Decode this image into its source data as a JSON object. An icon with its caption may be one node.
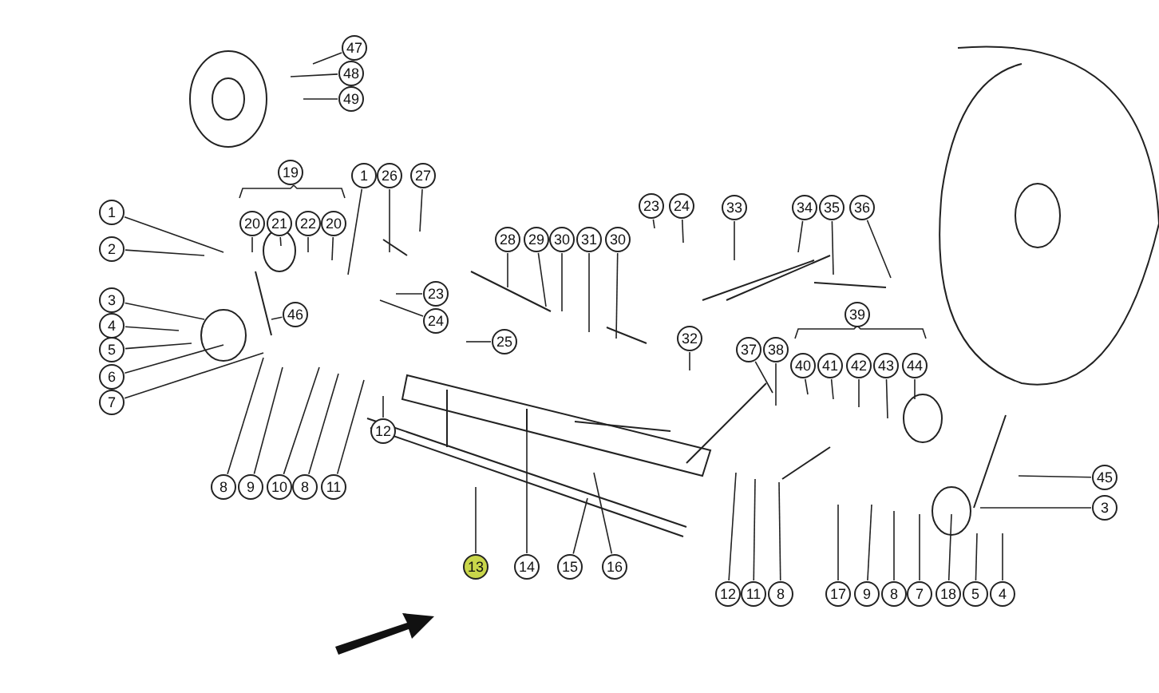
{
  "diagram": {
    "nodes": [
      {
        "text": [
          "47"
        ]
      },
      {
        "text": [
          "48"
        ]
      },
      {
        "text": [
          "49"
        ]
      },
      {
        "text": [
          "1"
        ]
      },
      {
        "text": [
          "2"
        ]
      },
      {
        "text": [
          "3"
        ]
      },
      {
        "text": [
          "4"
        ]
      },
      {
        "text": [
          "5"
        ]
      },
      {
        "text": [
          "6"
        ]
      },
      {
        "text": [
          "7"
        ]
      },
      {
        "text": [
          "20"
        ]
      },
      {
        "text": [
          "21"
        ]
      },
      {
        "text": [
          "22"
        ]
      },
      {
        "text": [
          "20"
        ]
      },
      {
        "text": [
          "1"
        ]
      },
      {
        "text": [
          "26"
        ]
      },
      {
        "text": [
          "27"
        ]
      },
      {
        "text": [
          "46"
        ]
      },
      {
        "text": [
          "23"
        ]
      },
      {
        "text": [
          "24"
        ]
      },
      {
        "text": [
          "8"
        ]
      },
      {
        "text": [
          "9"
        ]
      },
      {
        "text": [
          "10"
        ]
      },
      {
        "text": [
          "8"
        ]
      },
      {
        "text": [
          "11"
        ]
      },
      {
        "text": [
          "12"
        ]
      },
      {
        "text": [
          "28"
        ]
      },
      {
        "text": [
          "29"
        ]
      },
      {
        "text": [
          "30"
        ]
      },
      {
        "text": [
          "31"
        ]
      },
      {
        "text": [
          "30"
        ]
      },
      {
        "text": [
          "23"
        ]
      },
      {
        "text": [
          "24"
        ]
      },
      {
        "text": [
          "33"
        ]
      },
      {
        "text": [
          "34"
        ]
      },
      {
        "text": [
          "35"
        ]
      },
      {
        "text": [
          "36"
        ]
      },
      {
        "text": [
          "25"
        ]
      },
      {
        "text": [
          "32"
        ]
      },
      {
        "text": [
          "37"
        ]
      },
      {
        "text": [
          "38"
        ]
      },
      {
        "text": [
          "40"
        ]
      },
      {
        "text": [
          "41"
        ]
      },
      {
        "text": [
          "42"
        ]
      },
      {
        "text": [
          "43"
        ]
      },
      {
        "text": [
          "44"
        ]
      },
      {
        "text": [
          "45"
        ]
      },
      {
        "text": [
          "3"
        ]
      },
      {
        "text": [
          "13"
        ]
      },
      {
        "text": [
          "14"
        ]
      },
      {
        "text": [
          "15"
        ]
      },
      {
        "text": [
          "16"
        ]
      },
      {
        "text": [
          "12"
        ]
      },
      {
        "text": [
          "11"
        ]
      },
      {
        "text": [
          "8"
        ]
      },
      {
        "text": [
          "17"
        ]
      },
      {
        "text": [
          "9"
        ]
      },
      {
        "text": [
          "8"
        ]
      },
      {
        "text": [
          "7"
        ]
      },
      {
        "text": [
          "18"
        ]
      },
      {
        "text": [
          "5"
        ]
      },
      {
        "text": [
          "4"
        ]
      },
      {
        "text": [
          "19"
        ]
      },
      {
        "text": [
          "39"
        ]
      }
    ],
    "edges": [
      {
        "from": 0,
        "to": null,
        "arrow": "none"
      },
      {
        "from": 1,
        "to": null,
        "arrow": "none"
      },
      {
        "from": 2,
        "to": null,
        "arrow": "none"
      },
      {
        "from": 3,
        "to": null,
        "arrow": "none"
      },
      {
        "from": 4,
        "to": null,
        "arrow": "none"
      },
      {
        "from": 5,
        "to": null,
        "arrow": "none"
      },
      {
        "from": 6,
        "to": null,
        "arrow": "none"
      },
      {
        "from": 7,
        "to": null,
        "arrow": "none"
      },
      {
        "from": 8,
        "to": null,
        "arrow": "none"
      },
      {
        "from": 9,
        "to": null,
        "arrow": "none"
      },
      {
        "from": 10,
        "to": null,
        "arrow": "none"
      },
      {
        "from": 11,
        "to": null,
        "arrow": "none"
      },
      {
        "from": 12,
        "to": null,
        "arrow": "none"
      },
      {
        "from": 13,
        "to": null,
        "arrow": "none"
      },
      {
        "from": 14,
        "to": null,
        "arrow": "none"
      },
      {
        "from": 15,
        "to": null,
        "arrow": "none"
      },
      {
        "from": 16,
        "to": null,
        "arrow": "none"
      },
      {
        "from": 17,
        "to": null,
        "arrow": "none"
      },
      {
        "from": 18,
        "to": null,
        "arrow": "none"
      },
      {
        "from": 19,
        "to": null,
        "arrow": "none"
      },
      {
        "from": 20,
        "to": null,
        "arrow": "none"
      },
      {
        "from": 21,
        "to": null,
        "arrow": "none"
      },
      {
        "from": 22,
        "to": null,
        "arrow": "none"
      },
      {
        "from": 23,
        "to": null,
        "arrow": "none"
      },
      {
        "from": 24,
        "to": null,
        "arrow": "none"
      },
      {
        "from": 25,
        "to": null,
        "arrow": "none"
      },
      {
        "from": 26,
        "to": null,
        "arrow": "none"
      },
      {
        "from": 27,
        "to": null,
        "arrow": "none"
      },
      {
        "from": 28,
        "to": null,
        "arrow": "none"
      },
      {
        "from": 29,
        "to": null,
        "arrow": "none"
      },
      {
        "from": 30,
        "to": null,
        "arrow": "none"
      },
      {
        "from": 31,
        "to": null,
        "arrow": "none"
      },
      {
        "from": 32,
        "to": null,
        "arrow": "none"
      },
      {
        "from": 33,
        "to": null,
        "arrow": "none"
      },
      {
        "from": 34,
        "to": null,
        "arrow": "none"
      },
      {
        "from": 35,
        "to": null,
        "arrow": "none"
      },
      {
        "from": 36,
        "to": null,
        "arrow": "none"
      },
      {
        "from": 37,
        "to": null,
        "arrow": "none"
      },
      {
        "from": 38,
        "to": null,
        "arrow": "none"
      },
      {
        "from": 39,
        "to": null,
        "arrow": "none"
      },
      {
        "from": 40,
        "to": null,
        "arrow": "none"
      },
      {
        "from": 41,
        "to": null,
        "arrow": "none"
      },
      {
        "from": 42,
        "to": null,
        "arrow": "none"
      },
      {
        "from": 43,
        "to": null,
        "arrow": "none"
      },
      {
        "from": 44,
        "to": null,
        "arrow": "none"
      },
      {
        "from": 45,
        "to": null,
        "arrow": "none"
      },
      {
        "from": 46,
        "to": null,
        "arrow": "none"
      },
      {
        "from": 47,
        "to": null,
        "arrow": "none"
      },
      {
        "from": 48,
        "to": null,
        "arrow": "none"
      },
      {
        "from": 49,
        "to": null,
        "arrow": "none"
      },
      {
        "from": 50,
        "to": null,
        "arrow": "none"
      },
      {
        "from": 51,
        "to": null,
        "arrow": "none"
      },
      {
        "from": 52,
        "to": null,
        "arrow": "none"
      },
      {
        "from": 53,
        "to": null,
        "arrow": "none"
      },
      {
        "from": 54,
        "to": null,
        "arrow": "none"
      },
      {
        "from": 55,
        "to": null,
        "arrow": "none"
      },
      {
        "from": 56,
        "to": null,
        "arrow": "none"
      },
      {
        "from": 57,
        "to": null,
        "arrow": "none"
      },
      {
        "from": 58,
        "to": null,
        "arrow": "none"
      },
      {
        "from": 59,
        "to": null,
        "arrow": "none"
      },
      {
        "from": 60,
        "to": null,
        "arrow": "none"
      },
      {
        "from": 61,
        "to": null,
        "arrow": "none"
      }
    ]
  }
}
